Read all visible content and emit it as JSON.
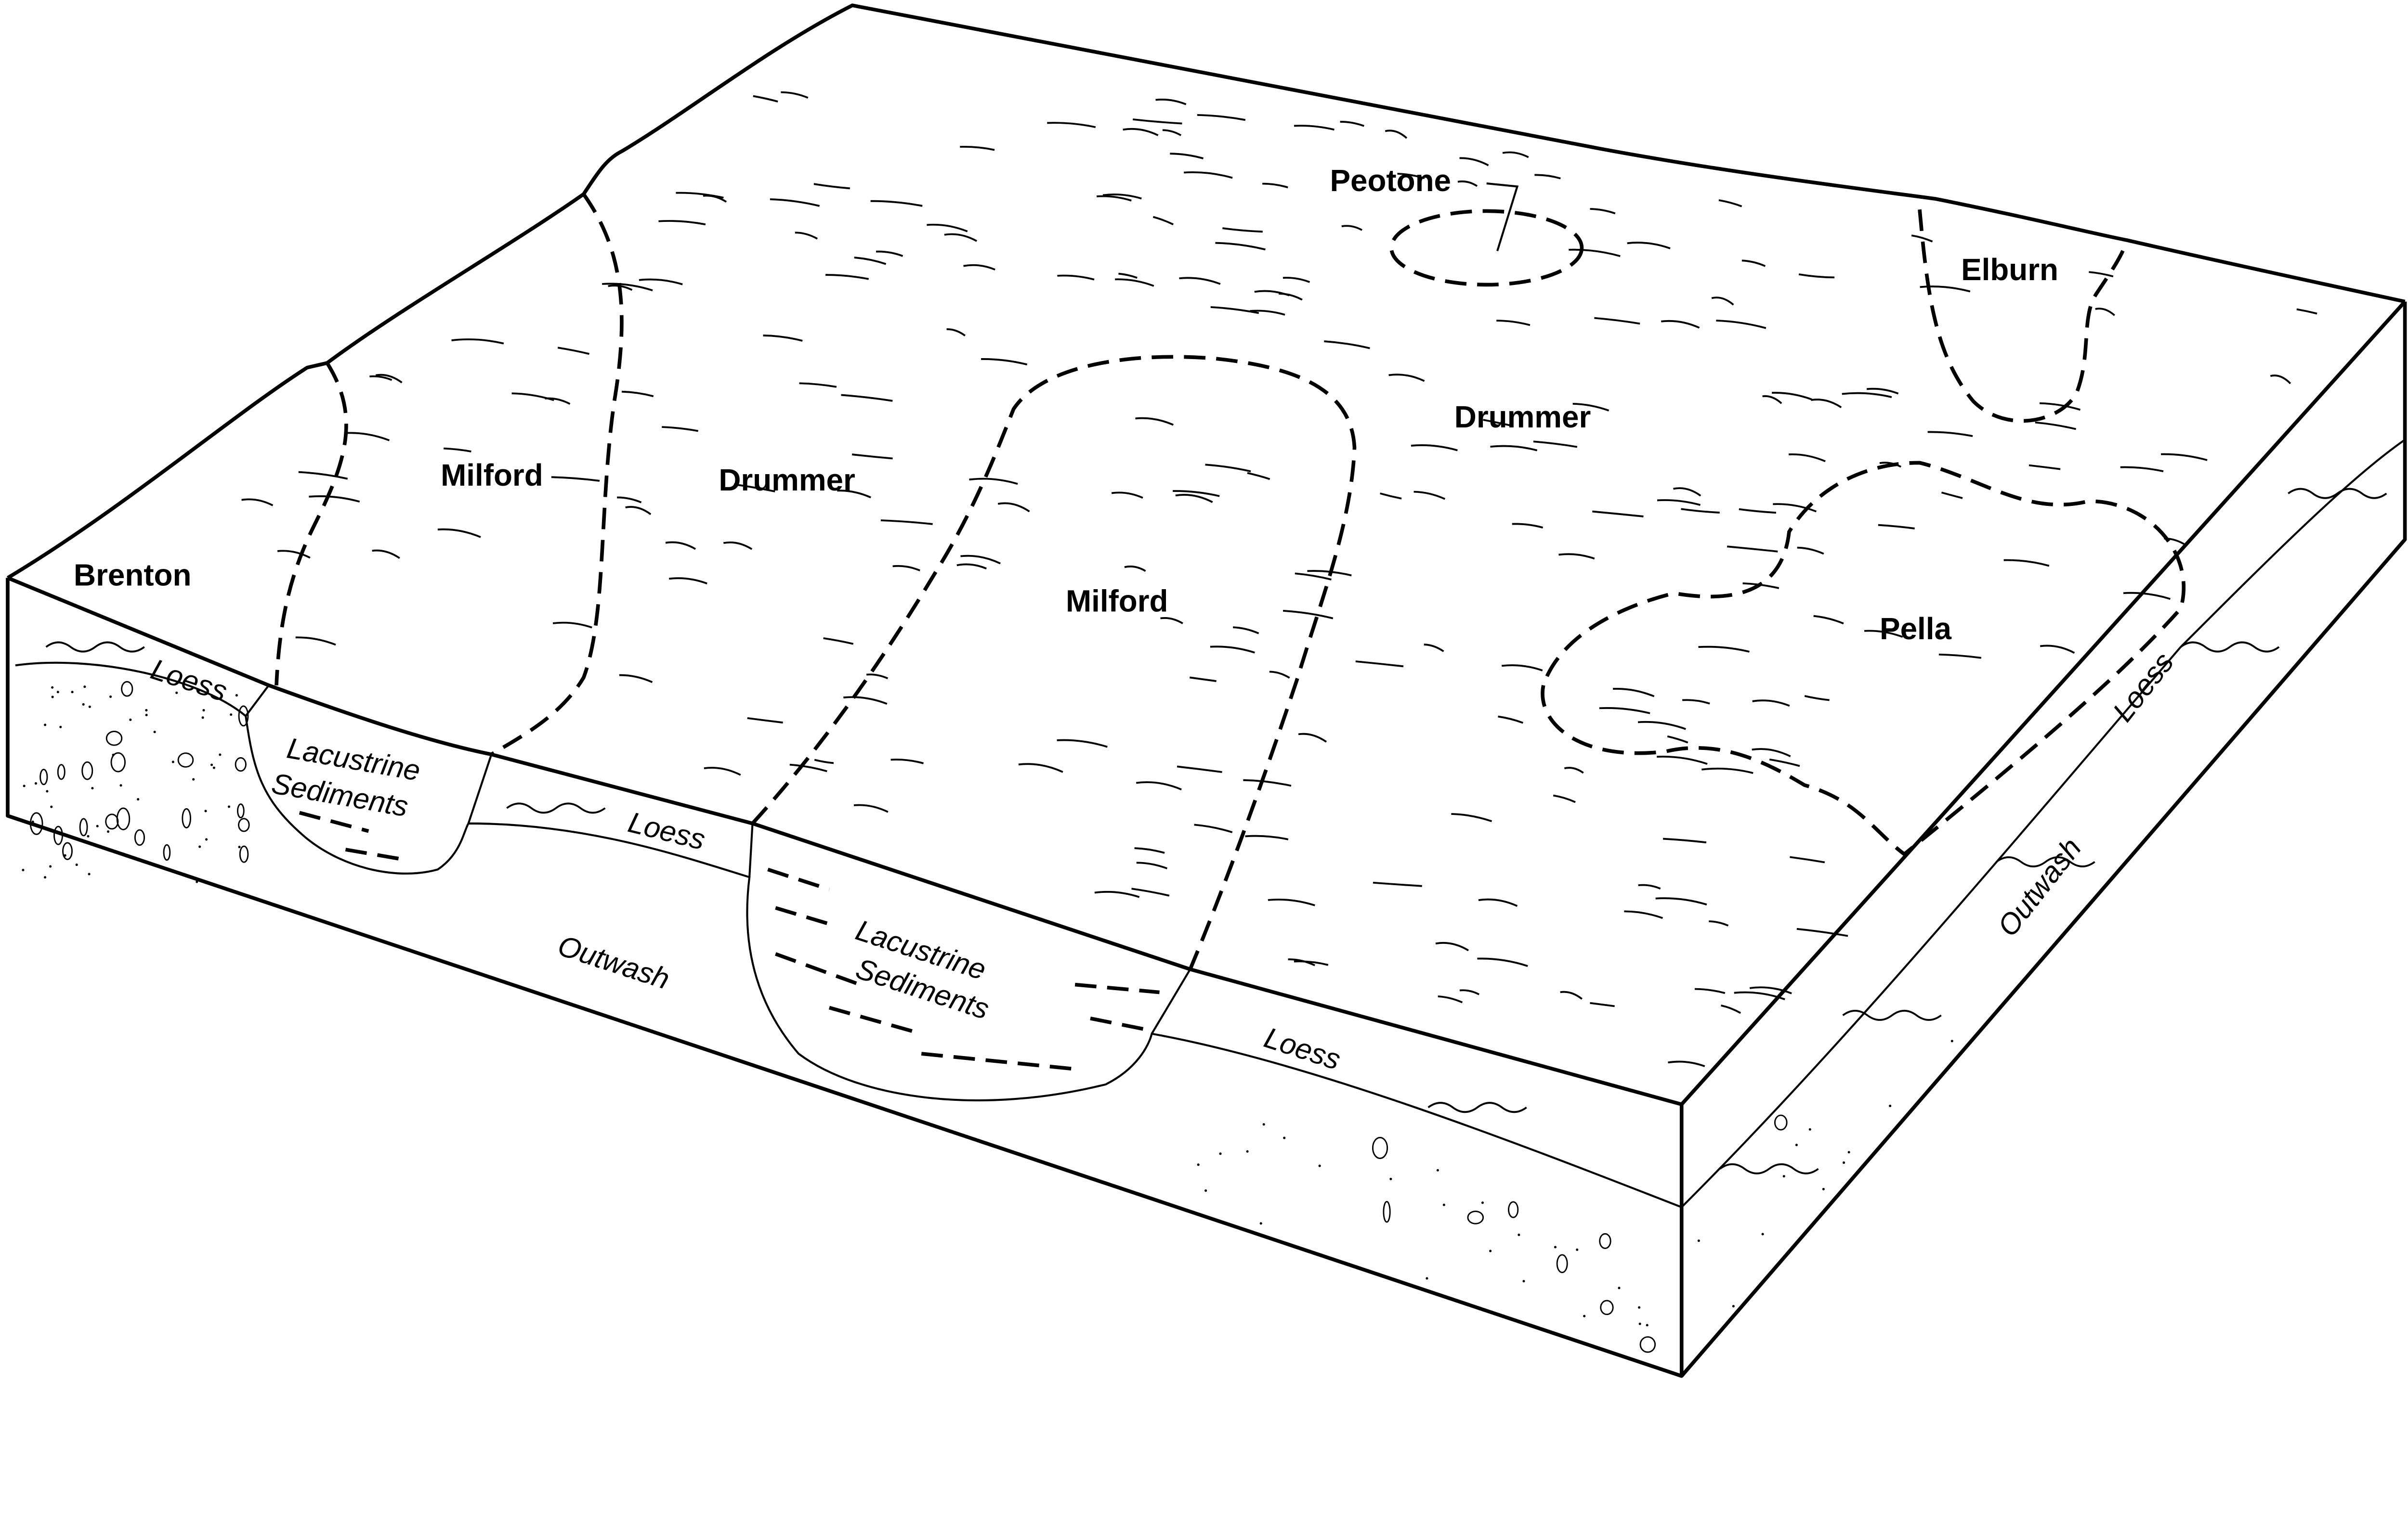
{
  "surface_labels": {
    "brenton": "Brenton",
    "milford_left": "Milford",
    "drummer_left": "Drummer",
    "milford_center": "Milford",
    "peotone": "Peotone",
    "drummer_right": "Drummer",
    "elburn": "Elburn",
    "pella": "Pella"
  },
  "layer_labels": {
    "loess_left": "Loess",
    "lacustrine_left_1": "Lacustrine",
    "lacustrine_left_2": "Sediments",
    "loess_mid": "Loess",
    "outwash_front": "Outwash",
    "lacustrine_center_1": "Lacustrine",
    "lacustrine_center_2": "Sediments",
    "loess_right_front": "Loess",
    "loess_side": "Loess",
    "outwash_side": "Outwash"
  }
}
